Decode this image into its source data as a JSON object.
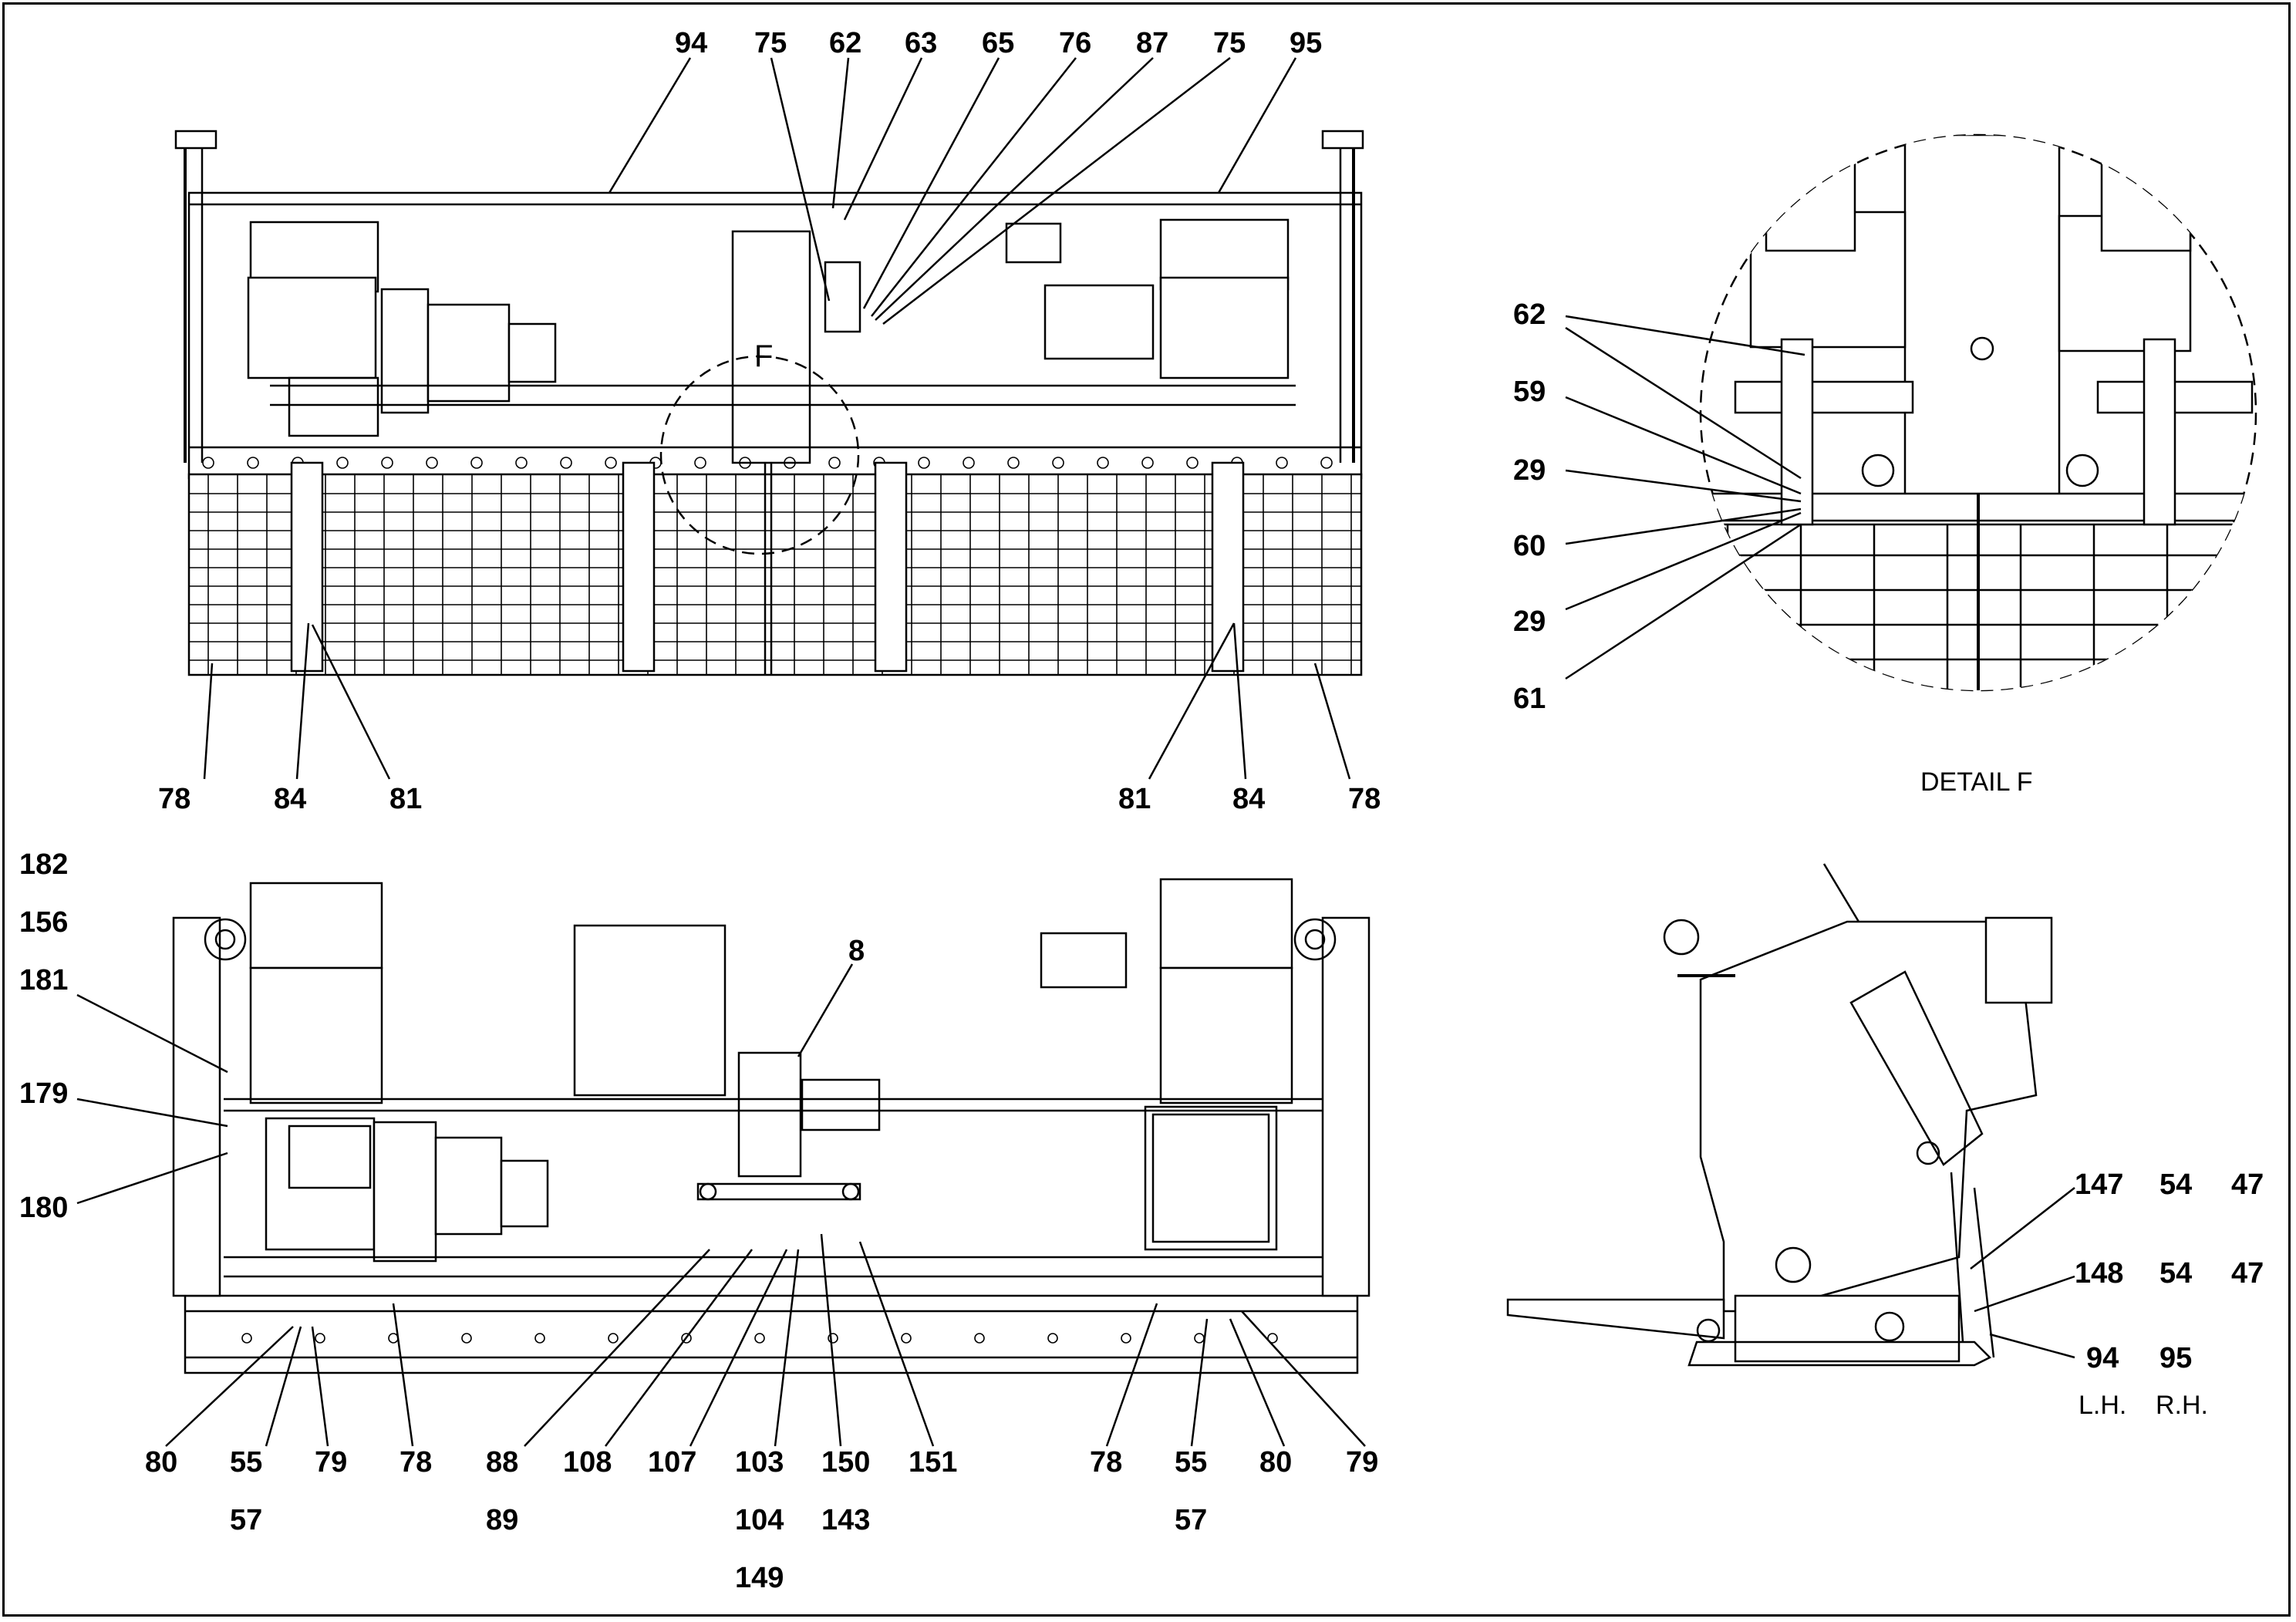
{
  "title": "",
  "views": {
    "top": {
      "labels_top": [
        "94",
        "75",
        "62",
        "63",
        "65",
        "76",
        "87",
        "75",
        "95"
      ],
      "labels_bottom": [
        "78",
        "84",
        "81",
        "81",
        "84",
        "78"
      ],
      "detail_marker": "F"
    },
    "detail_f": {
      "caption": "DETAIL F",
      "labels": [
        "62",
        "59",
        "29",
        "60",
        "29",
        "61"
      ]
    },
    "front": {
      "labels_left": [
        "182",
        "156",
        "181",
        "179",
        "180"
      ],
      "label_center": "8",
      "labels_bottom_row1": [
        "80",
        "55",
        "79",
        "78",
        "88",
        "108",
        "107",
        "103",
        "150",
        "151",
        "78",
        "55",
        "80",
        "79"
      ],
      "labels_bottom_row2": [
        "57",
        "89",
        "104",
        "143",
        "57"
      ],
      "labels_bottom_row3": [
        "149"
      ]
    },
    "side": {
      "rows": [
        [
          "147",
          "54",
          "47"
        ],
        [
          "148",
          "54",
          "47"
        ],
        [
          "94",
          "95"
        ]
      ],
      "hand_labels": [
        "L.H.",
        "R.H."
      ]
    }
  }
}
